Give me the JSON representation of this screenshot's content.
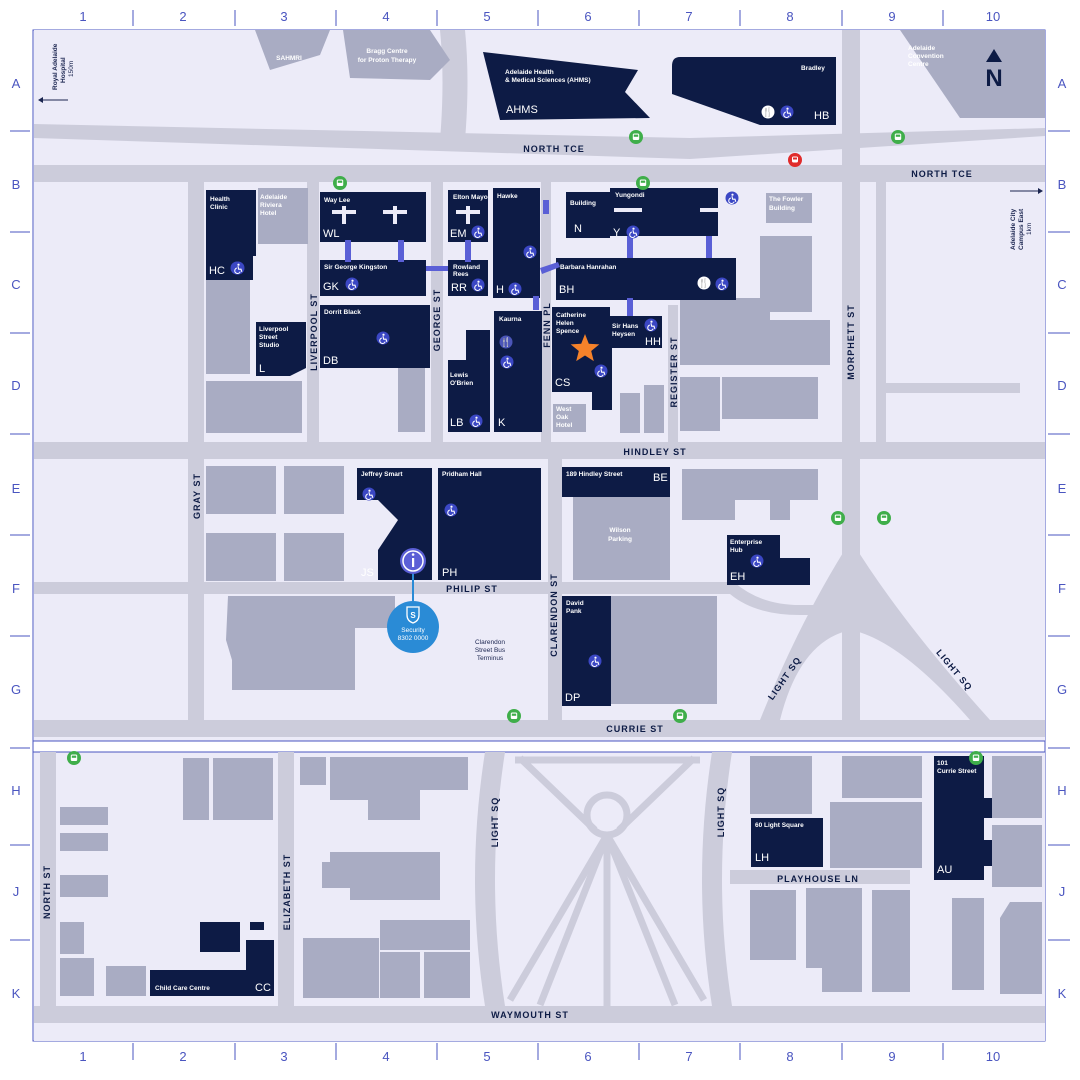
{
  "grid": {
    "columns": [
      "1",
      "2",
      "3",
      "4",
      "5",
      "6",
      "7",
      "8",
      "9",
      "10"
    ],
    "rows": [
      "A",
      "B",
      "C",
      "D",
      "E",
      "F",
      "G",
      "H",
      "J",
      "K"
    ]
  },
  "streets": {
    "north_tce_1": "NORTH TCE",
    "north_tce_2": "NORTH TCE",
    "hindley": "HINDLEY ST",
    "philip": "PHILIP ST",
    "currie": "CURRIE ST",
    "waymouth": "WAYMOUTH ST",
    "playhouse": "PLAYHOUSE LN",
    "gray": "GRAY ST",
    "liverpool": "LIVERPOOL ST",
    "george": "GEORGE ST",
    "fenn": "FENN PL",
    "register": "REGISTER ST",
    "morphett": "MORPHETT ST",
    "clarendon": "CLARENDON ST",
    "light_sq_1": "LIGHT SQ",
    "light_sq_2": "LIGHT SQ",
    "light_sq_3": "LIGHT SQ",
    "light_sq_4": "LIGHT SQ",
    "north_st": "NORTH ST",
    "elizabeth": "ELIZABETH ST"
  },
  "external": {
    "rah": [
      "Royal Adelaide",
      "Hospital",
      "150m"
    ],
    "campus_east": [
      "Adelaide City",
      "Campus East",
      "1km"
    ],
    "sahmri": "SAHMRI",
    "bragg": [
      "Bragg Centre",
      "for Proton Therapy"
    ],
    "convention": [
      "Adelaide",
      "Convention",
      "Centre"
    ],
    "fowler": [
      "The Fowler",
      "Building"
    ],
    "west_oak": [
      "West",
      "Oak",
      "Hotel"
    ],
    "riviera": [
      "Adelaide",
      "Riviera",
      "Hotel"
    ],
    "wilson": [
      "Wilson",
      "Parking"
    ],
    "bus_terminus": [
      "Clarendon",
      "Street Bus",
      "Terminus"
    ]
  },
  "buildings": {
    "ahms": {
      "name": [
        "Adelaide Health",
        "& Medical Sciences (AHMS)"
      ],
      "code": "AHMS"
    },
    "hb": {
      "name": "Bradley",
      "code": "HB"
    },
    "hc": {
      "name": [
        "Health",
        "Clinic"
      ],
      "code": "HC"
    },
    "wl": {
      "name": "Way Lee",
      "code": "WL"
    },
    "gk": {
      "name": "Sir George Kingston",
      "code": "GK"
    },
    "em": {
      "name": "Elton Mayo",
      "code": "EM"
    },
    "rr": {
      "name": [
        "Rowland",
        "Rees"
      ],
      "code": "RR"
    },
    "h": {
      "name": "Hawke",
      "code": "H"
    },
    "n": {
      "name": "Building",
      "code": "N"
    },
    "y": {
      "name": "Yungondi",
      "code": "Y"
    },
    "bh": {
      "name": "Barbara Hanrahan",
      "code": "BH"
    },
    "db": {
      "name": "Dorrit Black",
      "code": "DB"
    },
    "l": {
      "name": [
        "Liverpool",
        "Street",
        "Studio"
      ],
      "code": "L"
    },
    "lb": {
      "name": [
        "Lewis",
        "O'Brien"
      ],
      "code": "LB"
    },
    "k": {
      "name": "Kaurna",
      "code": "K"
    },
    "cs": {
      "name": [
        "Catherine",
        "Helen",
        "Spence"
      ],
      "code": "CS"
    },
    "hh": {
      "name": [
        "Sir Hans",
        "Heysen"
      ],
      "code": "HH"
    },
    "js": {
      "name": "Jeffrey Smart",
      "code": "JS"
    },
    "ph": {
      "name": "Pridham Hall",
      "code": "PH"
    },
    "be": {
      "name": "189 Hindley Street",
      "code": "BE"
    },
    "eh": {
      "name": [
        "Enterprise",
        "Hub"
      ],
      "code": "EH"
    },
    "dp": {
      "name": [
        "David",
        "Pank"
      ],
      "code": "DP"
    },
    "lh": {
      "name": "60 Light Square",
      "code": "LH"
    },
    "au": {
      "name": [
        "101",
        "Currie Street"
      ],
      "code": "AU"
    },
    "cc": {
      "name": "Child Care Centre",
      "code": "CC"
    }
  },
  "security": {
    "label": "Security",
    "phone": "8302 0000"
  },
  "north_label": "N",
  "colors": {
    "background": "#ecebf8",
    "road": "#ccccdb",
    "building_bg": "#a9acc3",
    "building_uni": "#0d1b45",
    "link": "#5a5fd6",
    "grid": "#4a55c0",
    "bus": "#3fae4a",
    "tram": "#e02b2b",
    "info": "#5b5fd6",
    "security": "#2a8bd6",
    "star": "#f5822a"
  },
  "icons": [
    "accessible-icon",
    "food-icon",
    "bus-stop-icon",
    "tram-stop-icon",
    "info-icon",
    "security-shield-icon",
    "star-marker-icon",
    "north-arrow-icon"
  ]
}
